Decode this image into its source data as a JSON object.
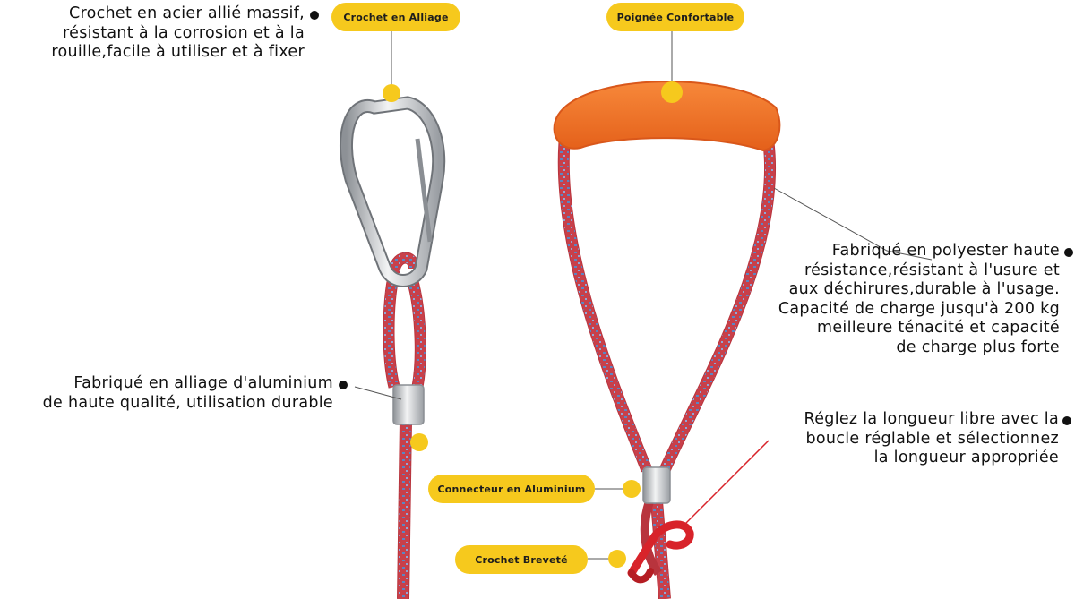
{
  "labels": {
    "hook_alloy": "Crochet en Alliage",
    "handle": "Poignée Confortable",
    "connector": "Connecteur en Aluminium",
    "patent_hook": "Crochet Breveté"
  },
  "descriptions": {
    "hook": [
      "Crochet en acier allié massif,",
      "résistant à la corrosion et à la",
      "rouille,facile à utiliser et à fixer"
    ],
    "polyester": [
      "Fabriqué en polyester haute",
      "résistance,résistant à l'usure et",
      "aux déchirures,durable à l'usage.",
      "Capacité de charge jusqu'à 200 kg",
      "meilleure ténacité et capacité",
      "de charge plus forte"
    ],
    "aluminium": [
      "Fabriqué en alliage d'aluminium",
      "de haute qualité, utilisation durable"
    ],
    "adjust": [
      "Réglez la longueur libre avec la",
      "boucle réglable et sélectionnez",
      "la longueur appropriée"
    ]
  },
  "colors": {
    "label_bg": "#f6c91d",
    "rope": "#c8404a",
    "rope_fleck": "#5b86c4",
    "handle": "#f27420",
    "clip": "#d8232a",
    "leader_red": "#d8232a",
    "metal": "#b9bcc0"
  }
}
